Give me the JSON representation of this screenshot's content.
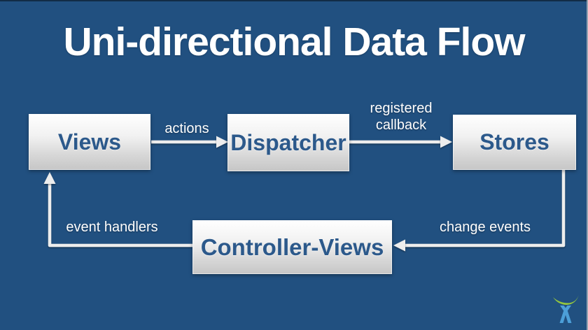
{
  "slide": {
    "title": "Uni-directional Data Flow"
  },
  "diagram": {
    "nodes": [
      {
        "id": "views",
        "label": "Views"
      },
      {
        "id": "dispatcher",
        "label": "Dispatcher"
      },
      {
        "id": "stores",
        "label": "Stores"
      },
      {
        "id": "controller-views",
        "label": "Controller-Views"
      }
    ],
    "edges": [
      {
        "from": "views",
        "to": "dispatcher",
        "label": "actions"
      },
      {
        "from": "dispatcher",
        "to": "stores",
        "label": "registered callback"
      },
      {
        "from": "stores",
        "to": "controller-views",
        "label": "change events"
      },
      {
        "from": "controller-views",
        "to": "views",
        "label": "event handlers"
      }
    ]
  },
  "branding": {
    "logo": "atlassian-logo"
  },
  "colors": {
    "background": "#215080",
    "node_text": "#2C598B",
    "node_gradient_top": "#FFFFFF",
    "node_gradient_bottom": "#C6C6C6",
    "edge_label_text": "#FFFFFF",
    "arrow": "#EDEDED",
    "title_text": "#FFFFFF",
    "logo_green": "#95C73E",
    "logo_blue": "#4C9FD8"
  }
}
